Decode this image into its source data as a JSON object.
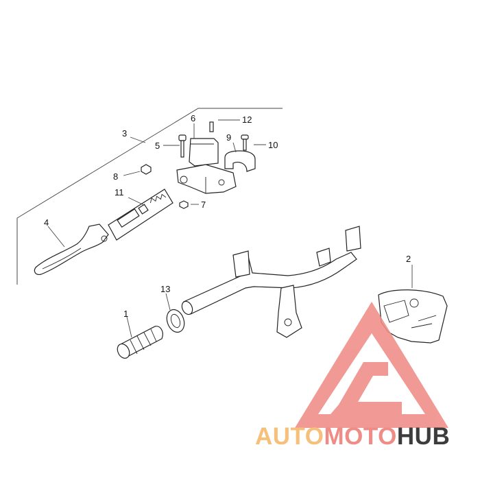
{
  "diagram": {
    "callouts": {
      "c1": "1",
      "c2": "2",
      "c3": "3",
      "c4": "4",
      "c5": "5",
      "c6": "6",
      "c7": "7",
      "c8": "8",
      "c9": "9",
      "c10": "10",
      "c11": "11",
      "c12": "12",
      "c13": "13"
    }
  },
  "watermark": {
    "part1": "AUTO",
    "part2": "MOTO",
    "part3": "HUB",
    "colors": {
      "auto": "#f6c07a",
      "moto": "#f08c86",
      "hub": "#3c3c3c",
      "triangle": "#f08c86"
    }
  }
}
